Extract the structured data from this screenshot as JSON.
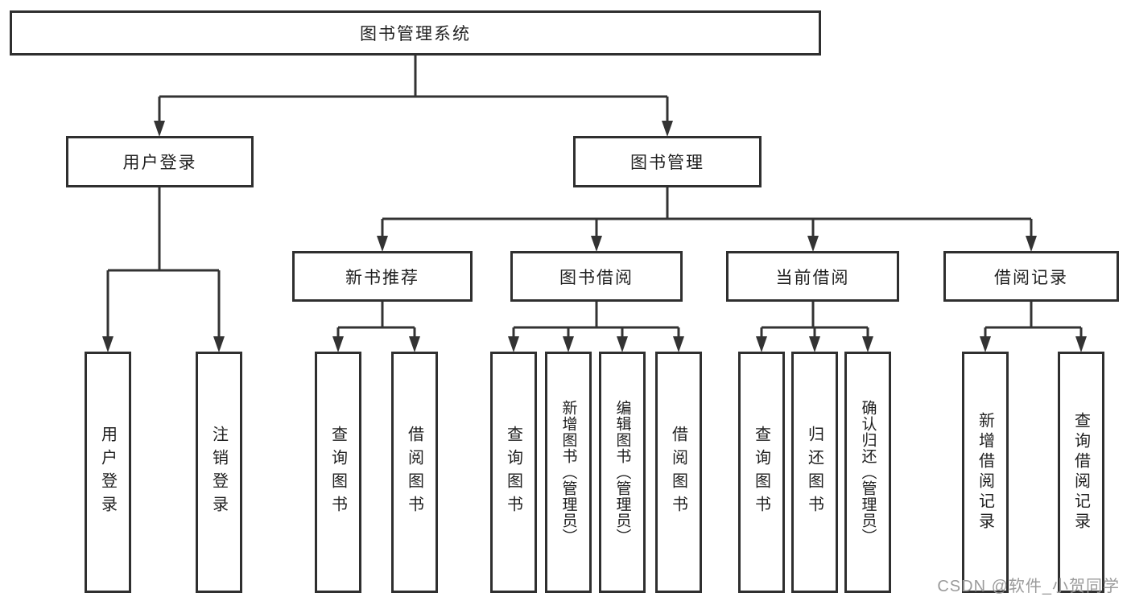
{
  "tree": {
    "label": "图书管理系统",
    "children": [
      {
        "label": "用户登录",
        "children": [
          {
            "label": "用户登录"
          },
          {
            "label": "注销登录"
          }
        ]
      },
      {
        "label": "图书管理",
        "children": [
          {
            "label": "新书推荐",
            "children": [
              {
                "label": "查询图书"
              },
              {
                "label": "借阅图书"
              }
            ]
          },
          {
            "label": "图书借阅",
            "children": [
              {
                "label": "查询图书"
              },
              {
                "label": "新增图书（管理员）"
              },
              {
                "label": "编辑图书（管理员）"
              },
              {
                "label": "借阅图书"
              }
            ]
          },
          {
            "label": "当前借阅",
            "children": [
              {
                "label": "查询图书"
              },
              {
                "label": "归还图书"
              },
              {
                "label": "确认归还（管理员）"
              }
            ]
          },
          {
            "label": "借阅记录",
            "children": [
              {
                "label": "新增借阅记录"
              },
              {
                "label": "查询借阅记录"
              }
            ]
          }
        ]
      }
    ]
  },
  "watermark": "CSDN @软件_小贺同学",
  "colors": {
    "line": "#333333",
    "border": "#2f2f2f",
    "text": "#1f1f1f",
    "watermark": "#9b9b9b"
  }
}
